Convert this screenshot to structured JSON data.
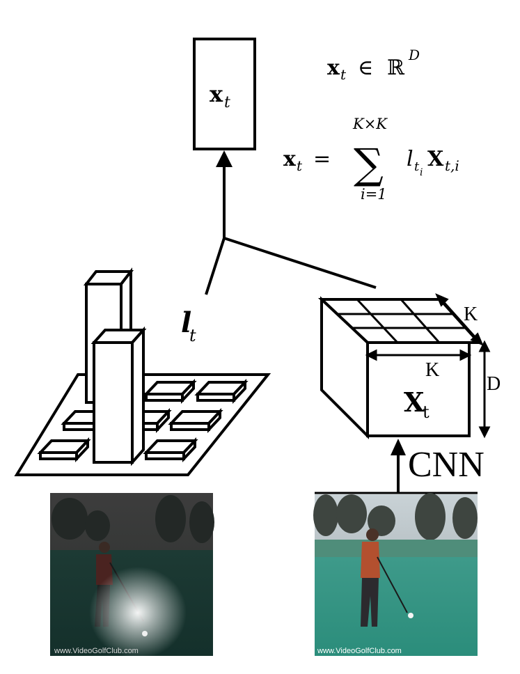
{
  "output_box": {
    "label_main": "x",
    "label_sub": "t"
  },
  "eq_dim": {
    "lhs": "x",
    "lhs_sub": "t",
    "op": "∈",
    "space": "ℝ",
    "exp": "D"
  },
  "eq_sum": {
    "lhs": "x",
    "lhs_sub": "t",
    "equals": "=",
    "sigma": "∑",
    "upper": "K×K",
    "lower": "i=1",
    "l": "l",
    "l_sub": "t",
    "l_subsub": "i",
    "X": "X",
    "X_sub": "t,i"
  },
  "attention_label": {
    "main": "l",
    "sub": "t"
  },
  "cube": {
    "k_depth": "K",
    "k_width": "K",
    "d": "D",
    "label_main": "X",
    "label_sub": "t"
  },
  "cnn_label": "CNN",
  "frames": {
    "left_watermark": "www.VideoGolfClub.com",
    "right_watermark": "www.VideoGolfClub.com"
  }
}
